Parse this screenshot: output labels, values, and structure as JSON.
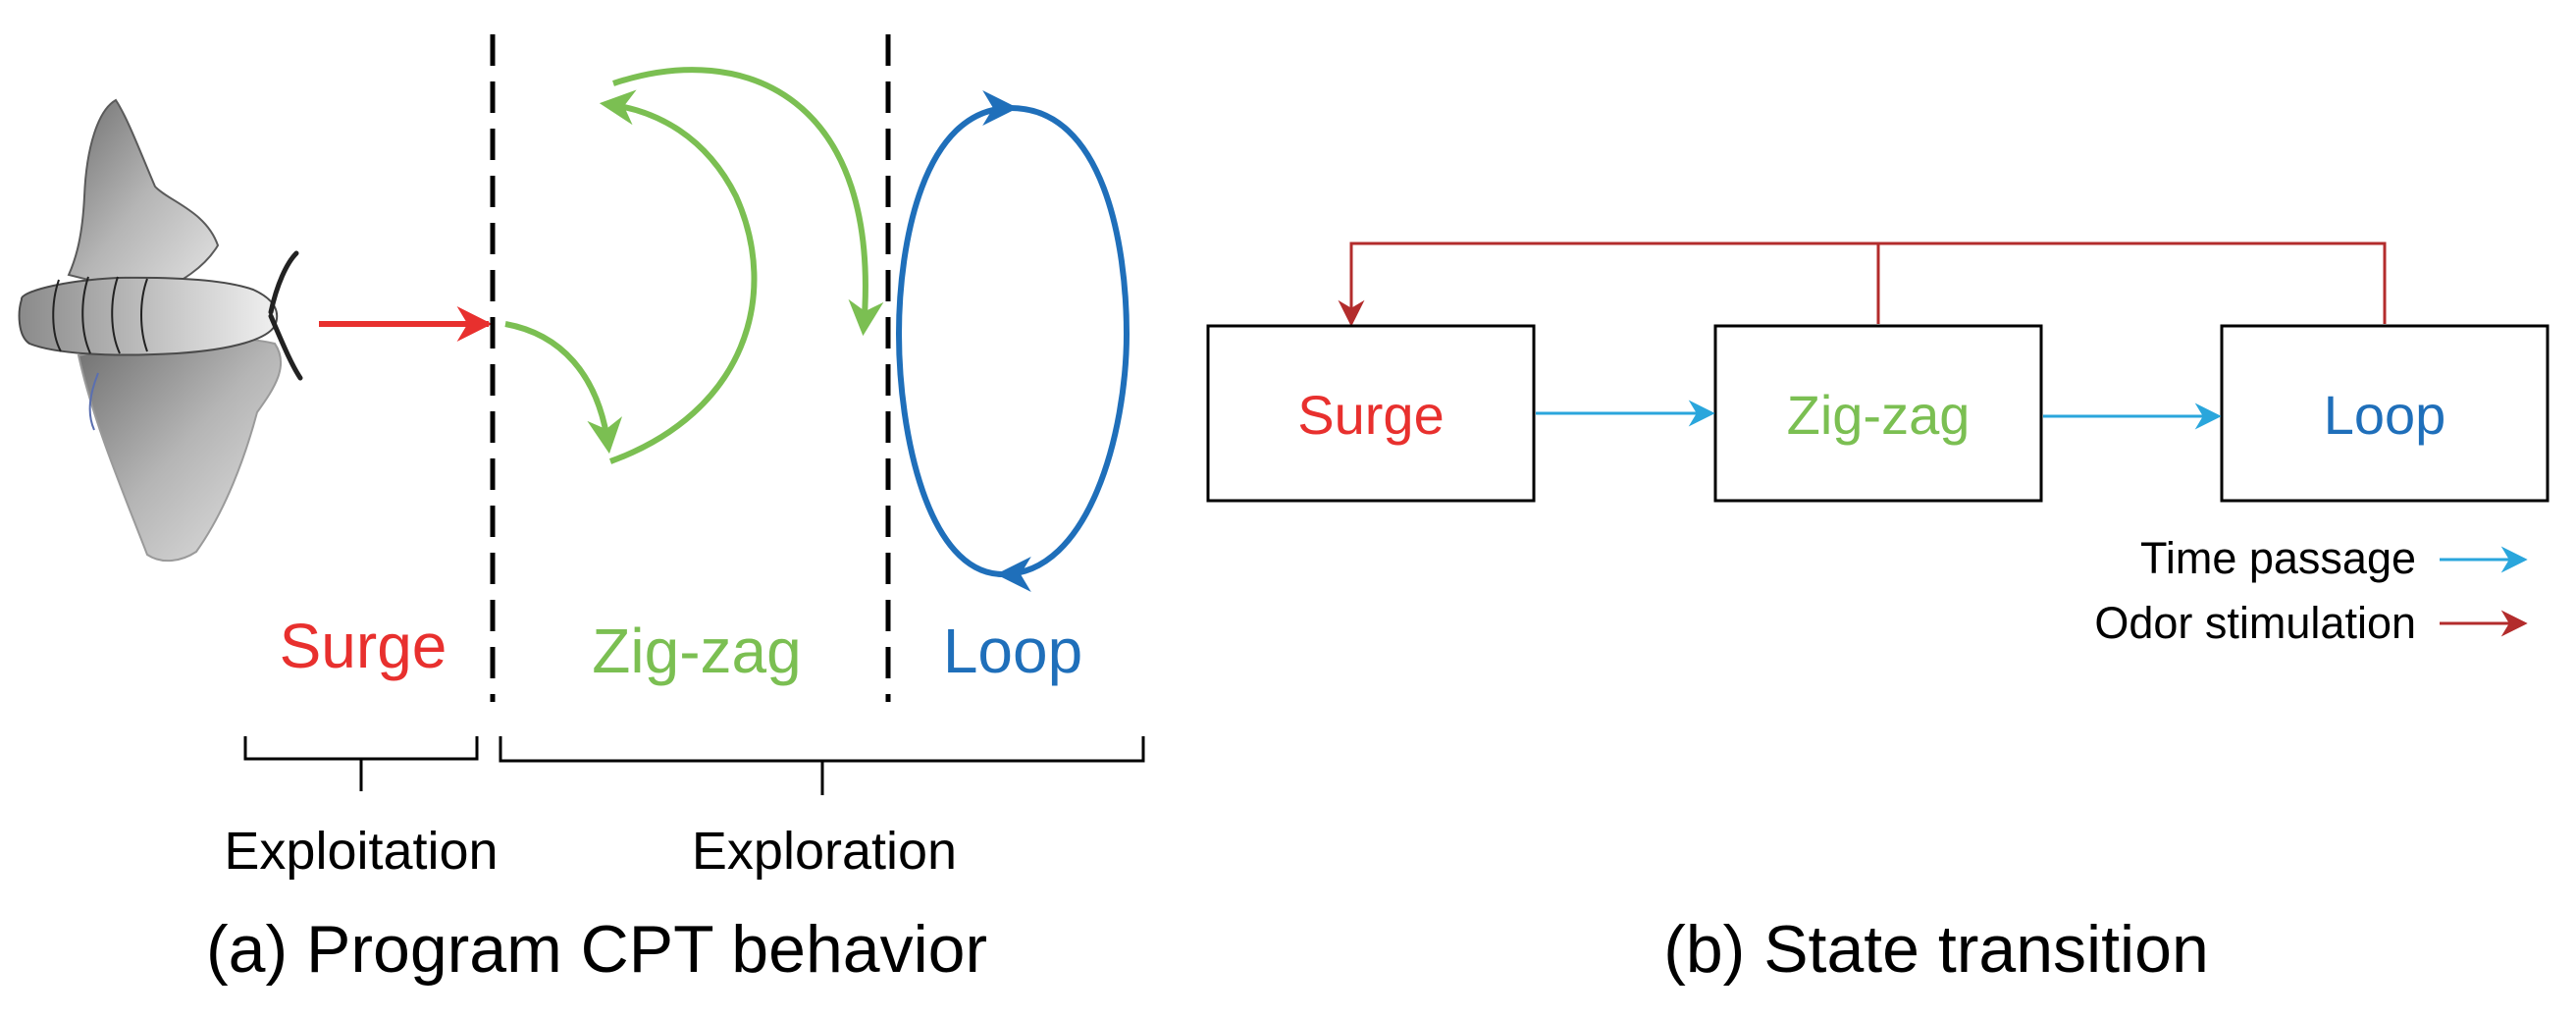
{
  "panel_a": {
    "labels": {
      "surge": "Surge",
      "zigzag": "Zig-zag",
      "loop": "Loop",
      "exploitation": "Exploitation",
      "exploration": "Exploration"
    },
    "caption": "(a) Program CPT behavior"
  },
  "panel_b": {
    "states": {
      "surge": "Surge",
      "zigzag": "Zig-zag",
      "loop": "Loop"
    },
    "legend": {
      "time": "Time passage",
      "odor": "Odor stimulation"
    },
    "caption": "(b) State transition"
  },
  "colors": {
    "surge": "#e8302e",
    "zigzag": "#7bbf52",
    "loop": "#1f6fba",
    "time_arrow": "#2aa6dc",
    "odor_arrow": "#b32c2c",
    "text": "#000000"
  }
}
